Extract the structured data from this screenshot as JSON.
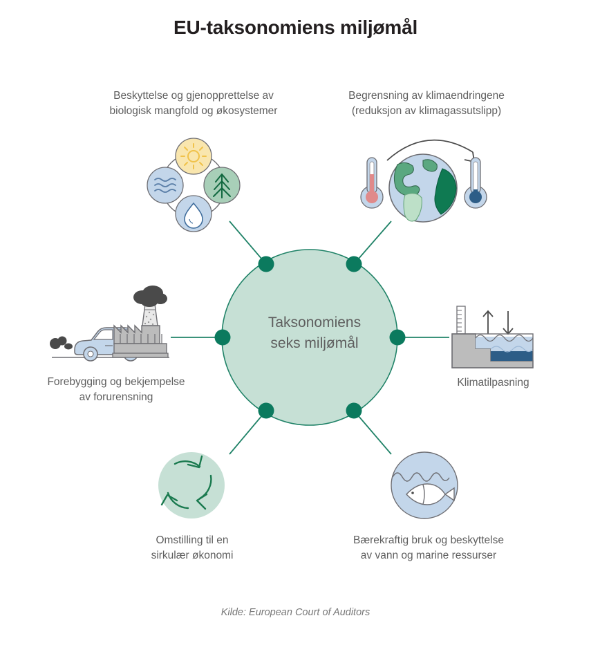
{
  "header": {
    "title": "EU-taksonomiens miljømål"
  },
  "center": {
    "text": "Taksonomiens\nseks miljømål"
  },
  "goals": [
    {
      "id": "biodiversity",
      "label": "Beskyttelse og gjenopprettelse av\nbiologisk mangfold og økosystemer",
      "icon": "ecosystem-cycle-icon"
    },
    {
      "id": "mitigation",
      "label": "Begrensning av klimaendringene\n(reduksjon av klimagassutslipp)",
      "icon": "globe-thermometers-icon"
    },
    {
      "id": "pollution",
      "label": "Forebygging og bekjempelse\nav forurensning",
      "icon": "car-factory-smoke-icon"
    },
    {
      "id": "adaptation",
      "label": "Klimatilpasning",
      "icon": "water-level-gauge-icon"
    },
    {
      "id": "circular",
      "label": "Omstilling til en\nsirkulær økonomi",
      "icon": "recycle-arrows-icon"
    },
    {
      "id": "marine",
      "label": "Bærekraftig bruk og beskyttelse\nav vann og marine ressurser",
      "icon": "fish-water-icon"
    }
  ],
  "footer": {
    "source": "Kilde: European Court of Auditors"
  },
  "colors": {
    "background": "#ffffff",
    "title_text": "#231f20",
    "body_text": "#5e5e5e",
    "hub_fill": "#c6e0d5",
    "hub_stroke": "#1f8267",
    "node_dot": "#0b7a5e",
    "connector": "#1f8267",
    "icon_outline": "#6e6e73",
    "light_blue": "#c3d6ea",
    "mid_blue": "#9cb8d6",
    "deep_blue": "#2d5d87",
    "mint": "#c6e0d5",
    "green": "#7fbf9a",
    "dark_green": "#1a7a4f",
    "sun_yellow": "#f7e3a8",
    "sun_stroke": "#eec killed",
    "grey_fill": "#bcbcbc",
    "smoke_dark": "#4a4a4a",
    "red": "#e08a8a"
  }
}
